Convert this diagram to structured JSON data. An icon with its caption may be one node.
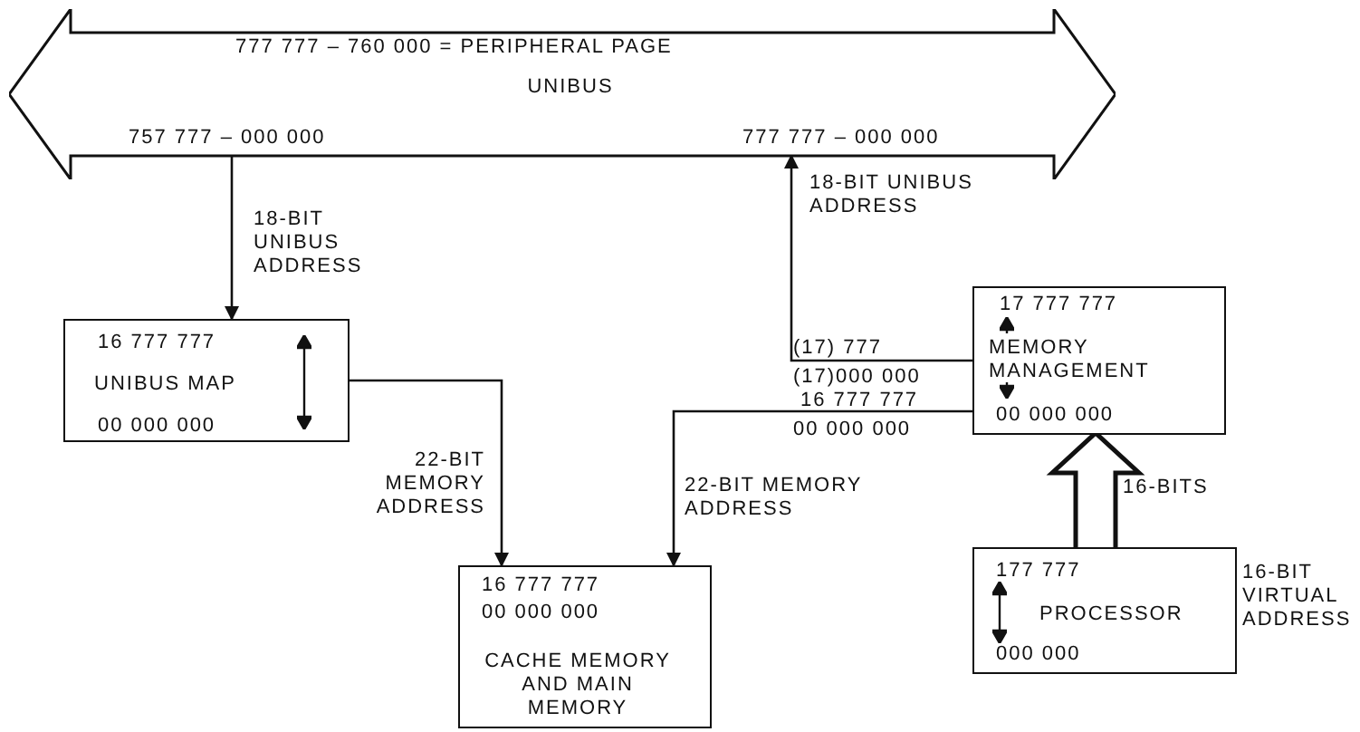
{
  "diagram": {
    "nodes": [
      {
        "text": [
          "777 777 – 760 000 = PERIPHERAL PAGE",
          "UNIBUS",
          "757 777 – 000 000",
          "777 777 – 000 000"
        ]
      },
      {
        "text": [
          "16 777 777",
          "UNIBUS MAP",
          "00 000 000"
        ]
      },
      {
        "text": [
          "17 777 777",
          "MEMORY MANAGEMENT",
          "00 000 000"
        ]
      },
      {
        "text": [
          "16 777 777",
          "00 000 000",
          "CACHE MEMORY AND MAIN MEMORY"
        ]
      },
      {
        "text": [
          "177 777",
          "PROCESSOR",
          "000 000"
        ],
        "beside": [
          "16-BIT VIRTUAL ADDRESS"
        ]
      }
    ],
    "edges": [
      {
        "from": 0,
        "to": 1,
        "arrow": "to",
        "label": "18-BIT UNIBUS ADDRESS"
      },
      {
        "from": 2,
        "to": 0,
        "arrow": "to",
        "label": "18-BIT UNIBUS ADDRESS"
      },
      {
        "from": 1,
        "to": 3,
        "arrow": "to",
        "label": "22-BIT MEMORY ADDRESS"
      },
      {
        "from": 2,
        "to": 3,
        "arrow": "to",
        "label": "22-BIT MEMORY ADDRESS"
      },
      {
        "from": 4,
        "to": 2,
        "arrow": "to",
        "label": "16-BITS",
        "style": "thick"
      }
    ],
    "labels": [
      "(17) 777",
      "(17)000 000",
      "16 777 777",
      "00 000 000"
    ]
  }
}
